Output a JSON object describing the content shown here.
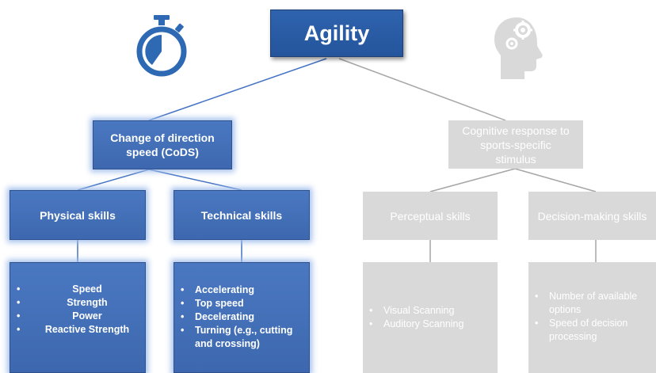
{
  "title": "Agility",
  "cods": {
    "label": "Change of direction speed (CoDS)"
  },
  "cognitive": {
    "label": "Cognitive response to sports-specific stimulus"
  },
  "physical": {
    "label": "Physical skills",
    "items": [
      "Speed",
      "Strength",
      "Power",
      "Reactive Strength"
    ]
  },
  "technical": {
    "label": "Technical skills",
    "items": [
      "Accelerating",
      "Top speed",
      "Decelerating",
      "Turning (e.g., cutting and crossing)"
    ]
  },
  "perceptual": {
    "label": "Perceptual skills",
    "items": [
      "Visual Scanning",
      "Auditory Scanning"
    ]
  },
  "decision": {
    "label": "Decision-making skills",
    "items": [
      "Number  of available options",
      "Speed of decision processing"
    ]
  },
  "icons": {
    "left": "stopwatch-icon",
    "right": "head-gears-icon"
  },
  "colors": {
    "title_blue": "#2f63ad",
    "box_blue": "#4472c4",
    "grey": "#d9d9d9"
  }
}
